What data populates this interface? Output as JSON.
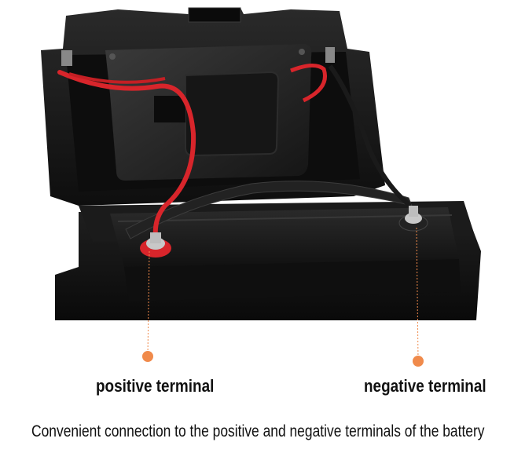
{
  "image": {
    "subject": "open black battery box with red and black cables on terminals"
  },
  "labels": {
    "positive": "positive terminal",
    "negative": "negative terminal"
  },
  "caption": "Convenient connection to the positive and negative terminals of the battery",
  "colors": {
    "marker": "#f08a4b",
    "positive_cable": "#d8252b",
    "negative_cable": "#1a1a1a",
    "box": "#141414"
  }
}
